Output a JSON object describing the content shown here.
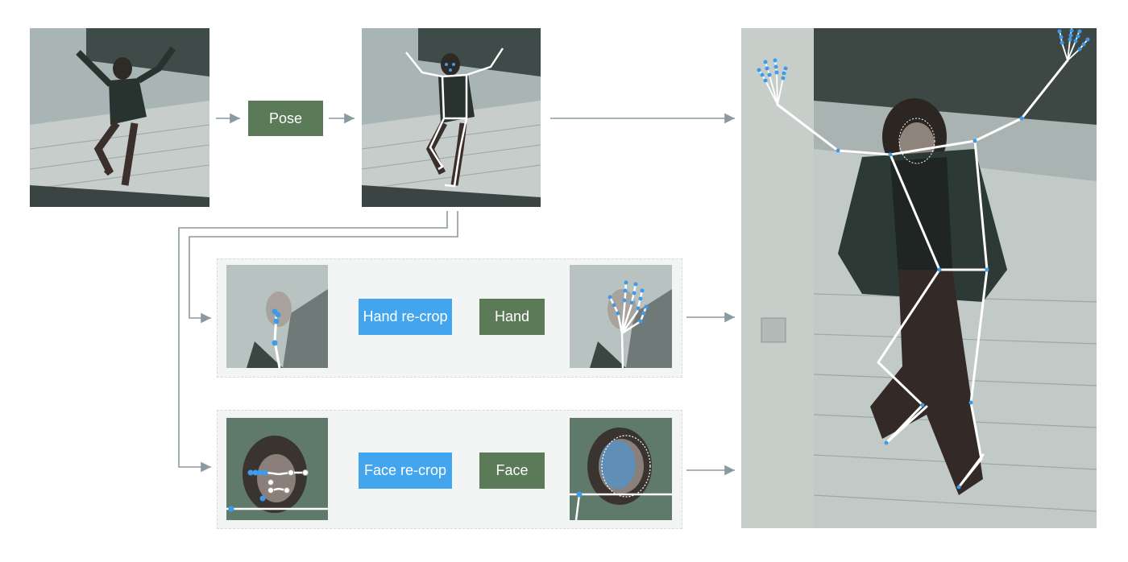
{
  "pipeline": {
    "pose_label": "Pose",
    "hand_recrop_label": "Hand re-crop",
    "hand_label": "Hand",
    "face_recrop_label": "Face re-crop",
    "face_label": "Face"
  },
  "colors": {
    "model_box": "#5b7a57",
    "recrop_box": "#43a5ee",
    "arrow": "#8a9aa0",
    "skeleton": "#ffffff",
    "keypoint": "#3d9be9",
    "panel_bg": "#f3f4f4"
  },
  "images": {
    "input_photo": "photo-dancer",
    "pose_output": "photo-dancer-pose",
    "hand_crop": "hand-crop-pose-keypoints",
    "hand_output": "hand-crop-landmarks",
    "face_crop": "face-crop-pose-keypoints",
    "face_output": "face-crop-mesh",
    "final_output": "photo-dancer-full-body"
  }
}
